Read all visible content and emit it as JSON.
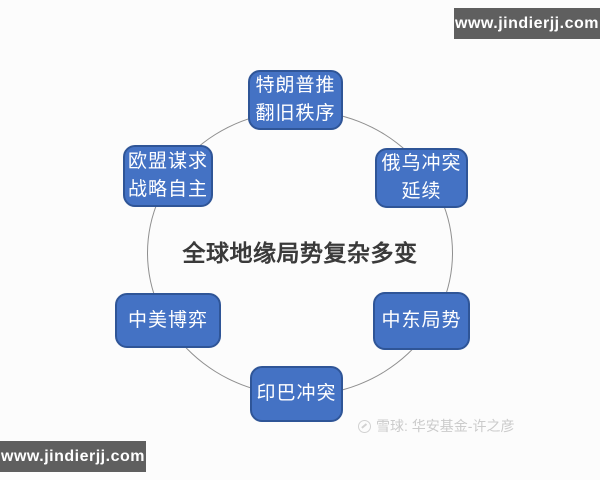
{
  "banners": {
    "top_right": "www.jindierjj.com",
    "bottom_left": "www.jindierjj.com"
  },
  "diagram": {
    "center_title": "全球地缘局势复杂多变",
    "nodes": [
      {
        "id": "trump",
        "text": "特朗普推\n翻旧秩序"
      },
      {
        "id": "russia-ukraine",
        "text": "俄乌冲突\n延续"
      },
      {
        "id": "eu",
        "text": "欧盟谋求\n战略自主"
      },
      {
        "id": "china-us",
        "text": "中美博弈"
      },
      {
        "id": "middle-east",
        "text": "中东局势"
      },
      {
        "id": "india-pakistan",
        "text": "印巴冲突"
      }
    ],
    "colors": {
      "node_fill": "#4472c4",
      "node_border": "#2f5597",
      "node_text": "#ffffff",
      "circle_stroke": "#8f8f8f",
      "banner_bg": "#5f5f5f",
      "banner_text": "#ffffff",
      "title_color": "#3a3a3a",
      "watermark_color": "#cbcbcb"
    }
  },
  "watermark": {
    "text": "雪球: 华安基金-许之彦"
  }
}
